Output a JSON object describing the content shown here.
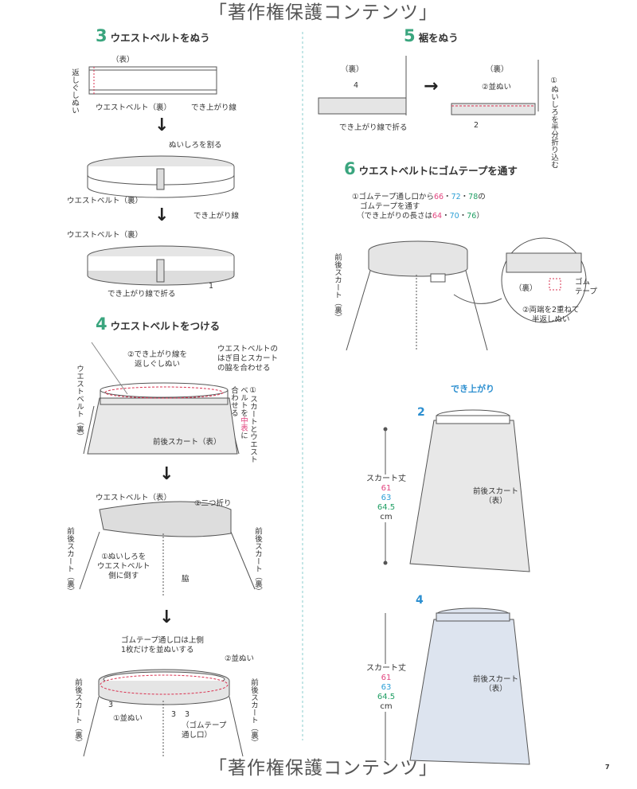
{
  "watermark": "「著作権保護コンテンツ」",
  "page_number": "7",
  "colors": {
    "step_number": "#3aa57e",
    "size1": "#e2457f",
    "size2": "#2c9fd6",
    "size3": "#1f9e63",
    "stitch": "#d9304f"
  },
  "step3": {
    "num": "3",
    "title": "ウエストベルトをぬう",
    "omote": "（表）",
    "kaeshi": "返しぐしぬい",
    "belt_ura": "ウエストベルト（裏）",
    "dekiagari": "でき上がり線",
    "nuishiro": "ぬいしろを割る",
    "belt_ura2": "ウエストベルト（裏）",
    "dekiagari2": "でき上がり線",
    "belt_ura3": "ウエストベルト（裏）",
    "fold": "でき上がり線で折る",
    "one": "1"
  },
  "step4": {
    "num": "4",
    "title": "ウエストベルトをつける",
    "belt_ura": "ウエストベルト（裏）",
    "sew2": "②でき上がり線を\n返しぐしぬい",
    "align_seam": "ウエストベルトの\nはぎ目とスカート\nの脇を合わせる",
    "align1a": "①スカートとウエスト",
    "align1b": "ベルトを",
    "align1c": "中表",
    "align1d": "に",
    "align1e": "合わせる",
    "skirt_omote": "前後スカート（表）",
    "belt_omote": "ウエストベルト（表）",
    "fold2": "②二つ折り",
    "skirt_ura_l": "前後スカート（裏）",
    "skirt_ura_r": "前後スカート（裏）",
    "nuishiro1": "①ぬいしろを\nウエストベルト\n側に倒す",
    "waki": "脇",
    "opening_note": "ゴムテープ通し口は上側\n1枚だけを並ぬいする",
    "sew_top": "②並ぬい",
    "skirt_ura_l2": "前後スカート（裏）",
    "skirt_ura_r2": "前後スカート（裏）",
    "three_a": "3",
    "sew_bottom": "①並ぬい",
    "three_b": "3",
    "three_c": "3",
    "opening": "（ゴムテープ\n通し口）"
  },
  "step5": {
    "num": "5",
    "title": "裾をぬう",
    "ura1": "（裏）",
    "four": "4",
    "fold": "でき上がり線で折る",
    "ura2": "（裏）",
    "sew": "②並ぬい",
    "two": "2",
    "fold_half": "①ぬいしろを半分折り込む"
  },
  "step6": {
    "num": "6",
    "title": "ウエストベルトにゴムテープを通す",
    "note1_a": "①ゴムテープ通し口から",
    "note1_s1": "66",
    "note1_s2": "72",
    "note1_s3": "78",
    "note1_b": "の",
    "note2": "ゴムテープを通す",
    "note3_a": "（でき上がりの長さは",
    "note3_s1": "64",
    "note3_s2": "70",
    "note3_s3": "76",
    "note3_b": "）",
    "skirt_ura": "前後スカート（裏）",
    "ura": "（裏）",
    "gomu": "ゴム\nテープ",
    "both_ends": "②両端を2重ねて\n半返しぬい"
  },
  "finished": {
    "title": "でき上がり",
    "items": [
      {
        "size": "2",
        "length_label": "スカート丈",
        "l1": "61",
        "l2": "63",
        "l3": "64.5",
        "unit": "cm",
        "skirt": "前後スカート\n（表）"
      },
      {
        "size": "4",
        "length_label": "スカート丈",
        "l1": "61",
        "l2": "63",
        "l3": "64.5",
        "unit": "cm",
        "skirt": "前後スカート\n（表）"
      }
    ]
  }
}
